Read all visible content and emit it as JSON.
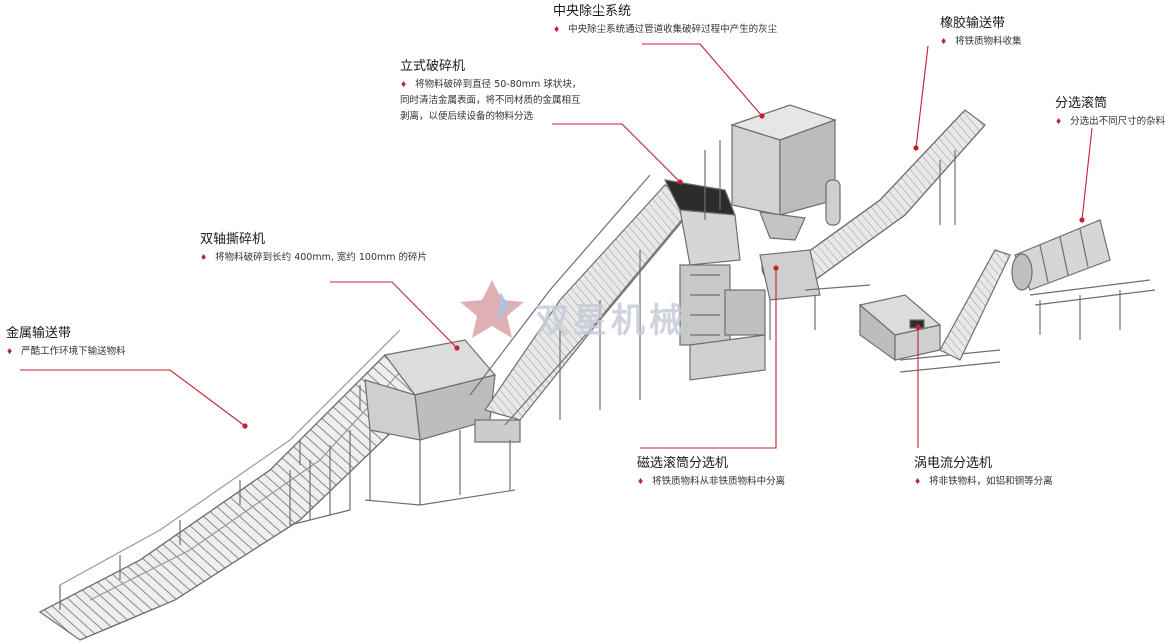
{
  "callouts": {
    "metal_conveyor": {
      "title": "金属输送带",
      "desc": [
        "严酷工作环境下输送物料"
      ]
    },
    "dual_shaft_shredder": {
      "title": "双轴撕碎机",
      "desc": [
        "将物料破碎到长约 400mm, 宽约 100mm 的碎片"
      ]
    },
    "vertical_crusher": {
      "title": "立式破碎机",
      "desc": [
        "将物料破碎到直径 50-80mm 球状块，",
        "同时清洁金属表面，将不同材质的金属相互",
        "剥离，以便后续设备的物料分选"
      ]
    },
    "dust_removal": {
      "title": "中央除尘系统",
      "desc": [
        "中央除尘系统通过管道收集破碎过程中产生的灰尘"
      ]
    },
    "rubber_conveyor": {
      "title": "橡胶输送带",
      "desc": [
        "将铁质物料收集"
      ]
    },
    "trommel": {
      "title": "分选滚筒",
      "desc": [
        "分选出不同尺寸的杂料"
      ]
    },
    "magnetic_separator": {
      "title": "磁选滚筒分选机",
      "desc": [
        "将铁质物料从非铁质物料中分离"
      ]
    },
    "eddy_current": {
      "title": "涡电流分选机",
      "desc": [
        "将非铁物料，如铝和铜等分离"
      ]
    }
  },
  "watermark": {
    "text": "双星机械"
  },
  "colors": {
    "accent": "#c81e32",
    "leader": "#c81e32",
    "machine": "#6f6f6f",
    "machine_fill": "#e4e4e4"
  }
}
